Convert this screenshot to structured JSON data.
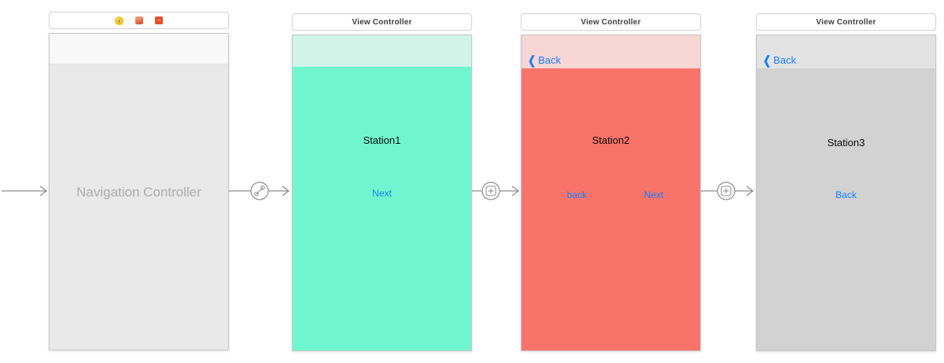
{
  "colors": {
    "ios_blue": "#157efa",
    "teal_body": "#70f6ce",
    "teal_nav": "#d1f4e9",
    "salmon_body": "#f8746b",
    "salmon_nav": "#f7d6d3",
    "gray_body": "#d2d2d2",
    "gray_nav": "#e3e3e3",
    "nav_controller_body": "#e9e9e9",
    "nav_controller_top": "#f8f8f8"
  },
  "nav_controller": {
    "label": "Navigation Controller",
    "dock_icons": [
      {
        "name": "view-controller-icon",
        "glyph": "‹"
      },
      {
        "name": "first-responder-icon",
        "glyph": ""
      },
      {
        "name": "exit-icon",
        "glyph": "→"
      }
    ]
  },
  "scenes": [
    {
      "title": "View Controller",
      "station": "Station1",
      "next_label": "Next"
    },
    {
      "title": "View Controller",
      "back_nav_label": "Back",
      "back_chevron": "❮",
      "station": "Station2",
      "back_label": "back",
      "next_label": "Next"
    },
    {
      "title": "View Controller",
      "back_nav_label": "Back",
      "back_chevron": "❮",
      "station": "Station3",
      "back_label": "Back"
    }
  ]
}
